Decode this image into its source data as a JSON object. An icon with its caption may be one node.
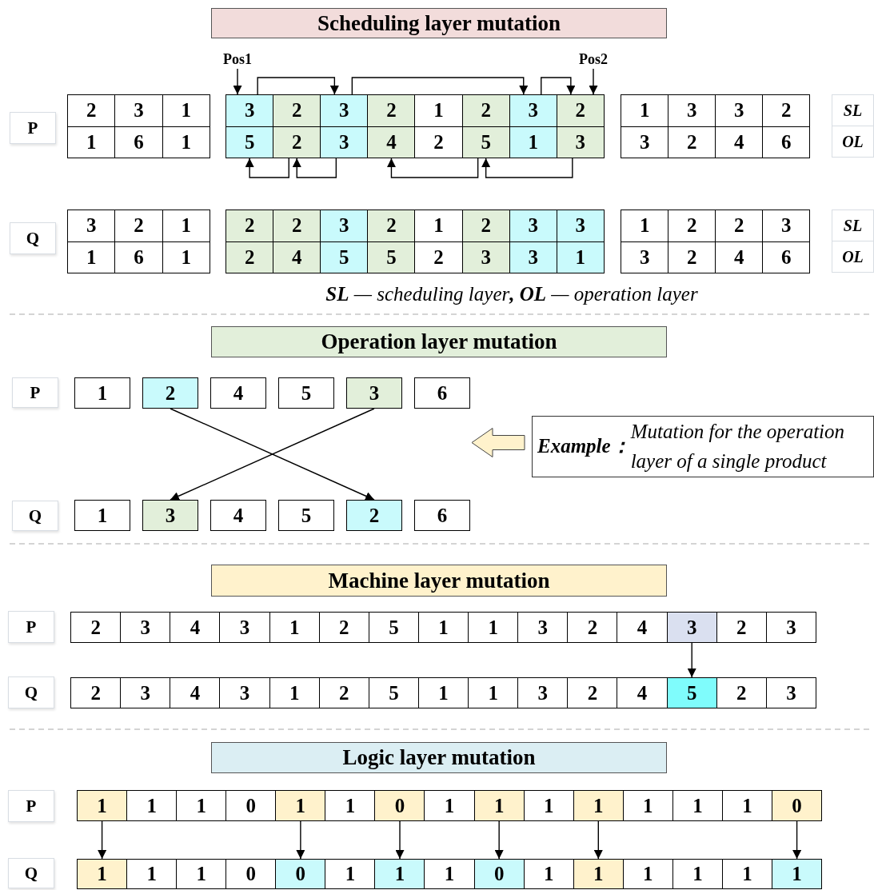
{
  "diagram": {
    "nodes": [
      {
        "text": [
          "Scheduling layer mutation"
        ]
      },
      {
        "text": [
          "Pos1"
        ]
      },
      {
        "text": [
          "Pos2"
        ]
      },
      {
        "text": [
          "P"
        ]
      },
      {
        "text": [
          "2"
        ]
      },
      {
        "text": [
          "3"
        ]
      },
      {
        "text": [
          "1"
        ]
      },
      {
        "text": [
          "3"
        ]
      },
      {
        "text": [
          "2"
        ]
      },
      {
        "text": [
          "3"
        ]
      },
      {
        "text": [
          "2"
        ]
      },
      {
        "text": [
          "1"
        ]
      },
      {
        "text": [
          "2"
        ]
      },
      {
        "text": [
          "3"
        ]
      },
      {
        "text": [
          "2"
        ]
      },
      {
        "text": [
          "1"
        ]
      },
      {
        "text": [
          "3"
        ]
      },
      {
        "text": [
          "3"
        ]
      },
      {
        "text": [
          "2"
        ]
      },
      {
        "text": [
          "SL"
        ]
      },
      {
        "text": [
          "1"
        ]
      },
      {
        "text": [
          "6"
        ]
      },
      {
        "text": [
          "1"
        ]
      },
      {
        "text": [
          "5"
        ]
      },
      {
        "text": [
          "2"
        ]
      },
      {
        "text": [
          "3"
        ]
      },
      {
        "text": [
          "4"
        ]
      },
      {
        "text": [
          "2"
        ]
      },
      {
        "text": [
          "5"
        ]
      },
      {
        "text": [
          "1"
        ]
      },
      {
        "text": [
          "3"
        ]
      },
      {
        "text": [
          "3"
        ]
      },
      {
        "text": [
          "2"
        ]
      },
      {
        "text": [
          "4"
        ]
      },
      {
        "text": [
          "6"
        ]
      },
      {
        "text": [
          "OL"
        ]
      },
      {
        "text": [
          "Q"
        ]
      },
      {
        "text": [
          "3"
        ]
      },
      {
        "text": [
          "2"
        ]
      },
      {
        "text": [
          "1"
        ]
      },
      {
        "text": [
          "2"
        ]
      },
      {
        "text": [
          "2"
        ]
      },
      {
        "text": [
          "3"
        ]
      },
      {
        "text": [
          "2"
        ]
      },
      {
        "text": [
          "1"
        ]
      },
      {
        "text": [
          "2"
        ]
      },
      {
        "text": [
          "3"
        ]
      },
      {
        "text": [
          "3"
        ]
      },
      {
        "text": [
          "1"
        ]
      },
      {
        "text": [
          "2"
        ]
      },
      {
        "text": [
          "2"
        ]
      },
      {
        "text": [
          "3"
        ]
      },
      {
        "text": [
          "SL"
        ]
      },
      {
        "text": [
          "1"
        ]
      },
      {
        "text": [
          "6"
        ]
      },
      {
        "text": [
          "1"
        ]
      },
      {
        "text": [
          "2"
        ]
      },
      {
        "text": [
          "4"
        ]
      },
      {
        "text": [
          "5"
        ]
      },
      {
        "text": [
          "5"
        ]
      },
      {
        "text": [
          "2"
        ]
      },
      {
        "text": [
          "3"
        ]
      },
      {
        "text": [
          "3"
        ]
      },
      {
        "text": [
          "1"
        ]
      },
      {
        "text": [
          "3"
        ]
      },
      {
        "text": [
          "2"
        ]
      },
      {
        "text": [
          "4"
        ]
      },
      {
        "text": [
          "6"
        ]
      },
      {
        "text": [
          "OL"
        ]
      },
      {
        "text": [
          "Operation layer mutation"
        ]
      },
      {
        "text": [
          "P"
        ]
      },
      {
        "text": [
          "1"
        ]
      },
      {
        "text": [
          "2"
        ]
      },
      {
        "text": [
          "4"
        ]
      },
      {
        "text": [
          "5"
        ]
      },
      {
        "text": [
          "3"
        ]
      },
      {
        "text": [
          "6"
        ]
      },
      {
        "text": [
          "**Example：** Mutation for the operation layer of a single product"
        ]
      },
      {
        "text": [
          "Q"
        ]
      },
      {
        "text": [
          "1"
        ]
      },
      {
        "text": [
          "3"
        ]
      },
      {
        "text": [
          "4"
        ]
      },
      {
        "text": [
          "5"
        ]
      },
      {
        "text": [
          "2"
        ]
      },
      {
        "text": [
          "6"
        ]
      },
      {
        "text": [
          "Machine layer mutation"
        ]
      },
      {
        "text": [
          "P"
        ]
      },
      {
        "text": [
          "2"
        ]
      },
      {
        "text": [
          "3"
        ]
      },
      {
        "text": [
          "4"
        ]
      },
      {
        "text": [
          "3"
        ]
      },
      {
        "text": [
          "1"
        ]
      },
      {
        "text": [
          "2"
        ]
      },
      {
        "text": [
          "5"
        ]
      },
      {
        "text": [
          "1"
        ]
      },
      {
        "text": [
          "1"
        ]
      },
      {
        "text": [
          "3"
        ]
      },
      {
        "text": [
          "2"
        ]
      },
      {
        "text": [
          "4"
        ]
      },
      {
        "text": [
          "3"
        ]
      },
      {
        "text": [
          "2"
        ]
      },
      {
        "text": [
          "3"
        ]
      },
      {
        "text": [
          "Q"
        ]
      },
      {
        "text": [
          "2"
        ]
      },
      {
        "text": [
          "3"
        ]
      },
      {
        "text": [
          "4"
        ]
      },
      {
        "text": [
          "3"
        ]
      },
      {
        "text": [
          "1"
        ]
      },
      {
        "text": [
          "2"
        ]
      },
      {
        "text": [
          "5"
        ]
      },
      {
        "text": [
          "1"
        ]
      },
      {
        "text": [
          "1"
        ]
      },
      {
        "text": [
          "3"
        ]
      },
      {
        "text": [
          "2"
        ]
      },
      {
        "text": [
          "4"
        ]
      },
      {
        "text": [
          "5"
        ]
      },
      {
        "text": [
          "2"
        ]
      },
      {
        "text": [
          "3"
        ]
      },
      {
        "text": [
          "Logic layer mutation"
        ]
      },
      {
        "text": [
          "P"
        ]
      },
      {
        "text": [
          "1"
        ]
      },
      {
        "text": [
          "1"
        ]
      },
      {
        "text": [
          "1"
        ]
      },
      {
        "text": [
          "0"
        ]
      },
      {
        "text": [
          "1"
        ]
      },
      {
        "text": [
          "1"
        ]
      },
      {
        "text": [
          "0"
        ]
      },
      {
        "text": [
          "1"
        ]
      },
      {
        "text": [
          "1"
        ]
      },
      {
        "text": [
          "1"
        ]
      },
      {
        "text": [
          "1"
        ]
      },
      {
        "text": [
          "1"
        ]
      },
      {
        "text": [
          "1"
        ]
      },
      {
        "text": [
          "1"
        ]
      },
      {
        "text": [
          "0"
        ]
      },
      {
        "text": [
          "Q"
        ]
      },
      {
        "text": [
          "1"
        ]
      },
      {
        "text": [
          "1"
        ]
      },
      {
        "text": [
          "1"
        ]
      },
      {
        "text": [
          "0"
        ]
      },
      {
        "text": [
          "0"
        ]
      },
      {
        "text": [
          "1"
        ]
      },
      {
        "text": [
          "1"
        ]
      },
      {
        "text": [
          "1"
        ]
      },
      {
        "text": [
          "0"
        ]
      },
      {
        "text": [
          "1"
        ]
      },
      {
        "text": [
          "1"
        ]
      },
      {
        "text": [
          "1"
        ]
      },
      {
        "text": [
          "1"
        ]
      },
      {
        "text": [
          "1"
        ]
      },
      {
        "text": [
          "1"
        ]
      }
    ],
    "edges": [
      {
        "from": 1,
        "to": 7,
        "arrow": "to"
      },
      {
        "from": 7,
        "to": 9,
        "arrow": "to"
      },
      {
        "from": 9,
        "to": 13,
        "arrow": "to"
      },
      {
        "from": 13,
        "to": 14,
        "arrow": "to"
      },
      {
        "from": 2,
        "to": 14,
        "arrow": "to"
      },
      {
        "from": 24,
        "to": 23,
        "arrow": "to"
      },
      {
        "from": 25,
        "to": 24,
        "arrow": "to"
      },
      {
        "from": 28,
        "to": 26,
        "arrow": "to"
      },
      {
        "from": 30,
        "to": 28,
        "arrow": "to"
      },
      {
        "from": 72,
        "to": 83,
        "arrow": "to"
      },
      {
        "from": 75,
        "to": 80,
        "arrow": "to"
      },
      {
        "from": 77,
        "to": null,
        "arrow": "to"
      },
      {
        "from": 99,
        "to": 115,
        "arrow": "to"
      },
      {
        "from": 120,
        "to": 136,
        "arrow": "to"
      },
      {
        "from": 124,
        "to": 140,
        "arrow": "to"
      },
      {
        "from": 126,
        "to": 142,
        "arrow": "to"
      },
      {
        "from": 128,
        "to": 144,
        "arrow": "to"
      },
      {
        "from": 130,
        "to": 146,
        "arrow": "to"
      },
      {
        "from": 134,
        "to": 150,
        "arrow": "to"
      }
    ],
    "labels": [
      "**SL** — scheduling layer**,** **OL** — operation layer"
    ]
  }
}
